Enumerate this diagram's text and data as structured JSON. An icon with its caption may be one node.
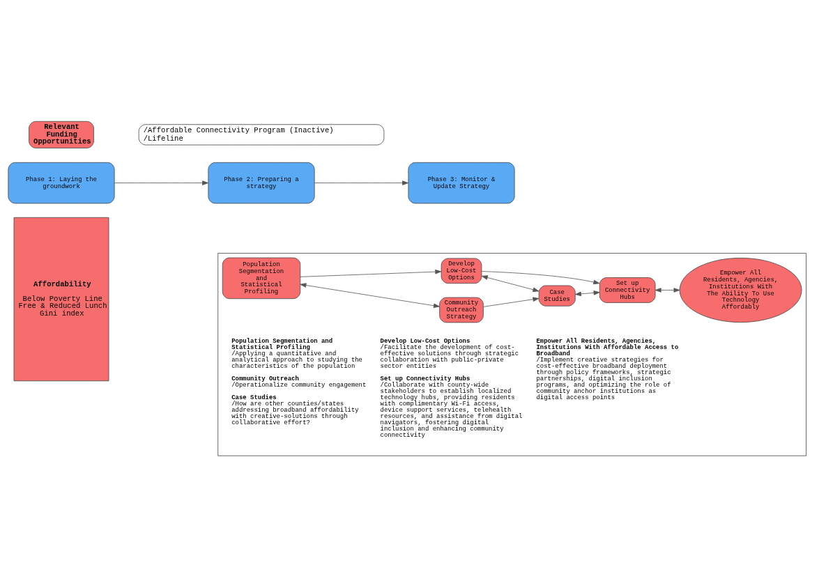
{
  "diagram": {
    "nodes": [
      {
        "text": [
          "Phase 1: Laying the groundwork"
        ]
      },
      {
        "text": [
          "Phase 2: Preparing a strategy"
        ]
      },
      {
        "text": [
          "Phase 3: Monitor & Update Strategy"
        ]
      },
      {
        "text": [
          "Affordability",
          "Below Poverty Line",
          "Free & Reduced Lunch",
          "Gini index"
        ]
      },
      {
        "text": [
          "Population Segmentation and Statistical Profiling",
          "/Applying a quantitative and analytical approach to studying the characteristics of the population",
          "Community Outreach",
          "/Operationalize community engagement",
          "Case Studies",
          "/How are other counties/states addressing broadband affordability with creative-solutions through collaborative effort?",
          "Develop Low-Cost Options",
          "/Facilitate the development of cost-effective solutions through strategic collaboration with public-private sector entities",
          "Set up Connectivity Hubs",
          "/Collaborate with county-wide stakeholders to establish localized technology hubs, providing residents with complimentary Wi-Fi access, device support services, telehealth resources, and assistance from digital navigators, fostering digital inclusion and enhancing community connectivity",
          "Empower All Residents, Agencies, Institutions With Affordable Access to Broadband",
          "/Implement creative strategies for cost-effective broadband deployment through policy frameworks, strategic partnerships, digital inclusion programs, and optimizing the role of community anchor institutions as digital access points"
        ]
      },
      {
        "text": [
          "Population Segmentation and Statistical Profiling"
        ],
        "in": 4
      },
      {
        "text": [
          "Develop Low-Cost Options"
        ],
        "in": 4
      },
      {
        "text": [
          "Set up Connectivity Hubs"
        ],
        "in": 4
      },
      {
        "text": [
          "Community Outreach Strategy"
        ],
        "in": 4
      },
      {
        "text": [
          "Case Studies"
        ],
        "in": 4
      },
      {
        "text": [
          "Empower All Residents, Agencies, Institutions With The Ability To Use Technology Affordably"
        ],
        "in": 4
      },
      {
        "text": [
          "Relevant Funding Opportunities"
        ]
      },
      {
        "text": [
          "/Affordable Connectivity Program (Inactive)",
          "/Lifeline"
        ]
      }
    ],
    "edges": [
      {
        "from": 0,
        "to": 1,
        "arrow": "to"
      },
      {
        "from": 1,
        "to": 2,
        "arrow": "to"
      },
      {
        "from": 5,
        "to": 6,
        "arrow": "to"
      },
      {
        "from": 5,
        "to": 8,
        "arrow": "both"
      },
      {
        "from": 6,
        "to": 9,
        "arrow": "both"
      },
      {
        "from": 8,
        "to": 9,
        "arrow": "to"
      },
      {
        "from": 6,
        "to": 7,
        "arrow": "to"
      },
      {
        "from": 9,
        "to": 7,
        "arrow": "both"
      },
      {
        "from": 7,
        "to": 10,
        "arrow": "both"
      }
    ]
  }
}
